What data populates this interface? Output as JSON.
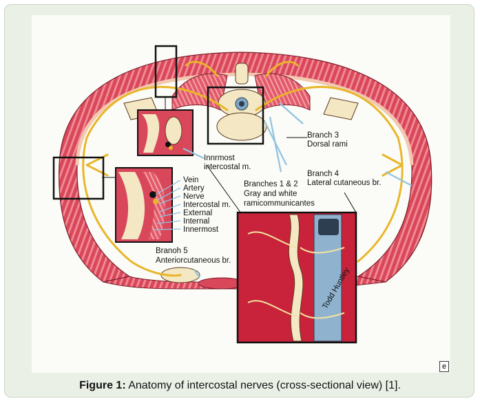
{
  "figure": {
    "labels": {
      "innermost_intercostal": [
        "Innrmost",
        "intercostal m."
      ],
      "branches_1_2": [
        "Branches 1 & 2",
        "Gray and white",
        "ramicommunicantes"
      ],
      "branch_3": [
        "Branch 3",
        "Dorsal rami"
      ],
      "branch_4": [
        "Branch 4",
        "Lateral cutaneous br."
      ],
      "branch_5": [
        "Branoh 5",
        "Anteriorcutaneous br."
      ],
      "inset_list": [
        "Vein",
        "Artery",
        "Nerve",
        "Intercostal m.",
        "External",
        "Internal",
        "Innermost"
      ]
    },
    "signature": "Todd Huntley",
    "corner_icon": "e"
  },
  "caption": {
    "prefix": "Figure 1:",
    "text": " Anatomy of intercostal nerves (cross-sectional view) [1]."
  },
  "colors": {
    "muscle": "#d9475a",
    "muscle_light": "#f08a94",
    "nerve": "#e9b62a",
    "bone": "#f3e7c4",
    "callout_line": "#8fc3e0",
    "background": "#eaf0e6"
  }
}
